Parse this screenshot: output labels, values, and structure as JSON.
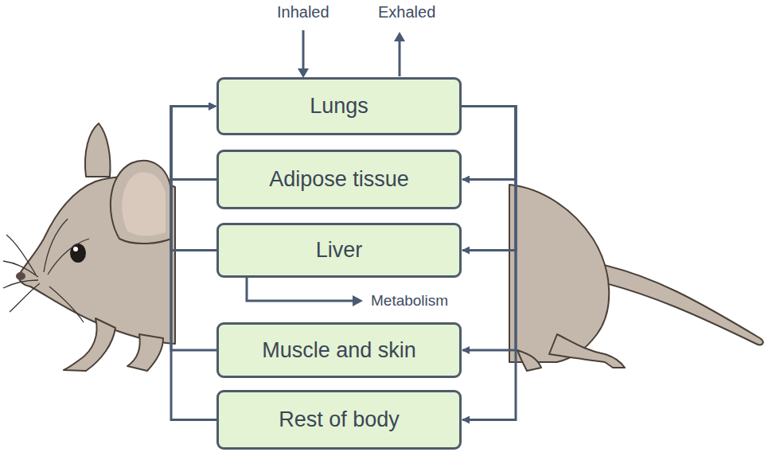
{
  "diagram": {
    "nodes": [
      {
        "text": [
          "Lungs"
        ]
      },
      {
        "text": [
          "Adipose tissue"
        ]
      },
      {
        "text": [
          "Liver"
        ]
      },
      {
        "text": [
          "Muscle and skin"
        ]
      },
      {
        "text": [
          "Rest of body"
        ]
      }
    ],
    "edges": [
      {
        "from": 0,
        "to": 1,
        "arrow": "to"
      },
      {
        "from": 0,
        "to": 2,
        "arrow": "to"
      },
      {
        "from": 0,
        "to": 3,
        "arrow": "to"
      },
      {
        "from": 0,
        "to": 4,
        "arrow": "to"
      },
      {
        "from": 1,
        "to": 0,
        "arrow": "to"
      },
      {
        "from": 2,
        "to": 0,
        "arrow": "to"
      },
      {
        "from": 3,
        "to": 0,
        "arrow": "to"
      },
      {
        "from": 4,
        "to": 0,
        "arrow": "to"
      }
    ],
    "labels": [
      "Inhaled",
      "Exhaled",
      "Metabolism"
    ]
  }
}
